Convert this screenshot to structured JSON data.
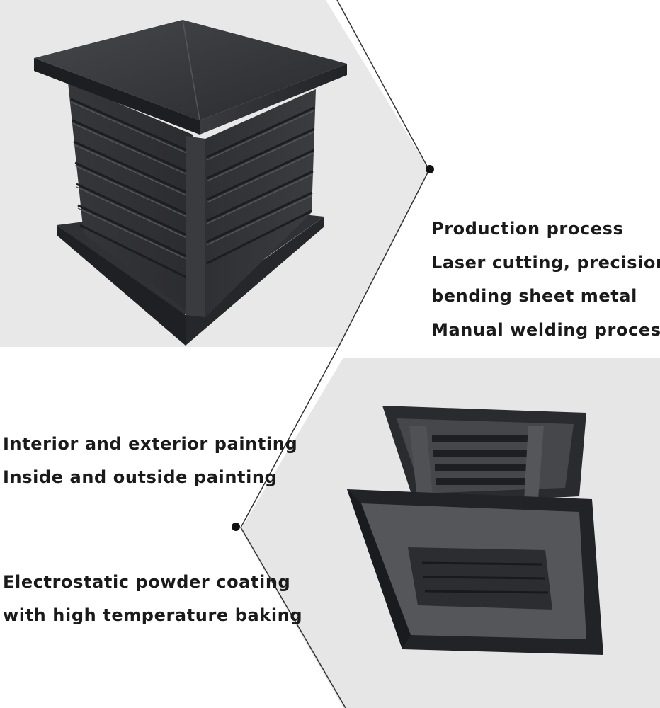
{
  "images": {
    "top_product": {
      "icon": "louvered-cupola-vent-icon"
    },
    "bottom_product": {
      "icon": "square-louvered-vent-icon"
    }
  },
  "texts": {
    "production": [
      "Production process",
      "Laser cutting, precision",
      "bending sheet metal",
      "Manual welding process"
    ],
    "painting": [
      "Interior and exterior painting",
      "Inside and outside painting"
    ],
    "coating": [
      "Electrostatic powder coating",
      "with high temperature baking"
    ]
  },
  "colors": {
    "text": "#1a1a1a",
    "panel_bg": "#e8e8e8",
    "metal_dark": "#2b2c30",
    "line": "#333333"
  }
}
